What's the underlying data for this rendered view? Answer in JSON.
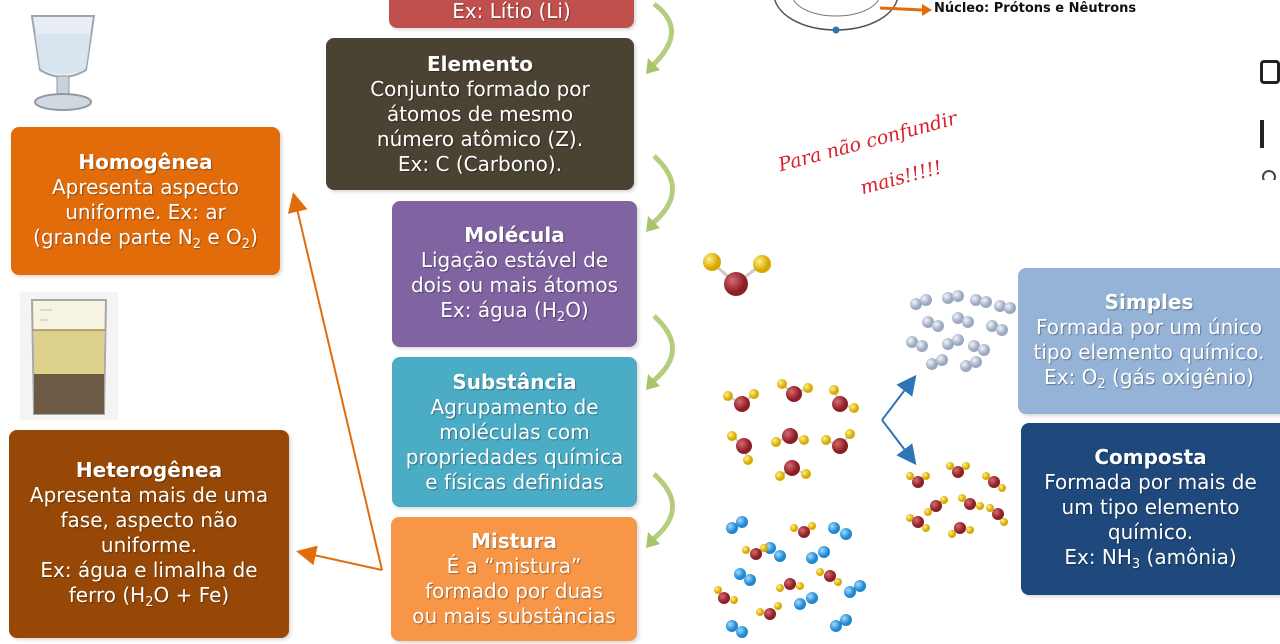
{
  "atomo_box": {
    "example": "Ex: Lítio (Li)",
    "color": "#c0504d"
  },
  "nucleus_label": "Núcleo: Prótons e Nêutrons",
  "elemento": {
    "title": "Elemento",
    "lines": [
      "Conjunto formado por",
      "átomos de mesmo",
      "número atômico (Z).",
      "Ex: C (Carbono)."
    ],
    "color": "#4a4232"
  },
  "molecula": {
    "title": "Molécula",
    "lines": [
      "Ligação estável de",
      "dois ou mais átomos"
    ],
    "example_prefix": "Ex: água (H",
    "sub": "2",
    "example_suffix": "O)",
    "color": "#8064a2"
  },
  "substancia": {
    "title": "Substância",
    "lines": [
      "Agrupamento de",
      "moléculas com",
      "propriedades química",
      "e físicas definidas"
    ],
    "color": "#4bacc6"
  },
  "mistura": {
    "title": "Mistura",
    "lines": [
      "É a “mistura”",
      "formado por duas",
      "ou mais substâncias"
    ],
    "color": "#f79646"
  },
  "homogenea": {
    "title": "Homogênea",
    "lines": [
      "Apresenta aspecto",
      "uniforme. Ex: ar"
    ],
    "formula": {
      "p1": "(grande parte N",
      "s1": "2",
      "p2": " e O",
      "s2": "2",
      "p3": ")"
    },
    "color": "#e36c0a"
  },
  "heterogenea": {
    "title": "Heterogênea",
    "lines": [
      "Apresenta mais de  uma",
      "fase, aspecto não",
      "uniforme.",
      "Ex: água e limalha de"
    ],
    "formula": {
      "p1": "ferro (H",
      "s1": "2",
      "p2": "O + Fe)"
    },
    "color": "#974806"
  },
  "simples": {
    "title": "Simples",
    "lines": [
      "Formada por um único",
      "tipo elemento químico."
    ],
    "example_prefix": "Ex: O",
    "sub": "2",
    "example_suffix": " (gás oxigênio)",
    "color": "#95b3d7"
  },
  "composta": {
    "title": "Composta",
    "lines": [
      "Formada por mais de",
      "um tipo elemento",
      "químico."
    ],
    "example_prefix": "Ex: NH",
    "sub": "3",
    "example_suffix": " (amônia)",
    "color": "#1f497d"
  },
  "note": {
    "line1": "Para não confundir",
    "line2": "mais!!!!!"
  },
  "colors": {
    "arrow_orange": "#e36c0a",
    "arrow_blue": "#2e75b6",
    "curve_arrow": "#c4d79b",
    "oxygen": "#a0282d",
    "hydrogen": "#f2c200",
    "blue_atom": "#2ea3f2",
    "gray_atom": "#b8c4d6"
  }
}
